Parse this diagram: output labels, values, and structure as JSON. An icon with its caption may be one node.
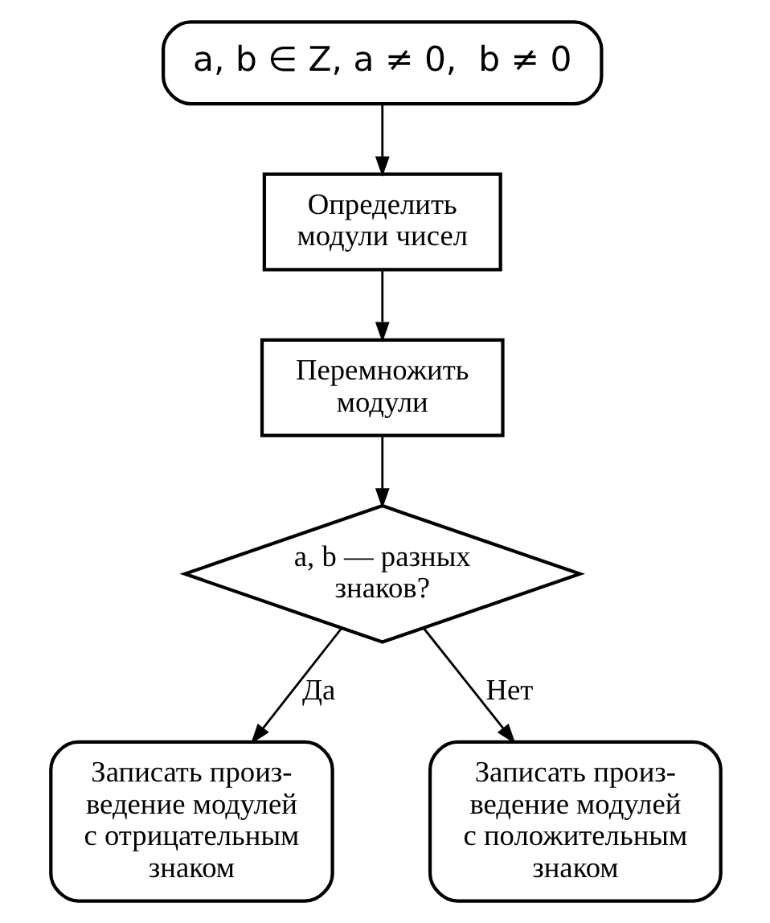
{
  "diagram": {
    "nodes": [
      {
        "text": [
          "a, b ∈ Z, a ≠ 0,  b ≠ 0"
        ]
      },
      {
        "text": [
          "Определить модули чисел"
        ]
      },
      {
        "text": [
          "Перемножить модули"
        ]
      },
      {
        "text": [
          "a, b — разных знаков?"
        ]
      },
      {
        "text": [
          "Записать произ- ведение модулей с отрицательным знаком"
        ]
      },
      {
        "text": [
          "Записать произ- ведение модулей с положительным знаком"
        ]
      }
    ],
    "edges": [
      {
        "from": 0,
        "to": 1,
        "arrow": "to"
      },
      {
        "from": 1,
        "to": 2,
        "arrow": "to"
      },
      {
        "from": 2,
        "to": 3,
        "arrow": "to"
      },
      {
        "from": 3,
        "to": 4,
        "arrow": "to",
        "label": "Да"
      },
      {
        "from": 3,
        "to": 5,
        "arrow": "to",
        "label": "Нет"
      }
    ]
  }
}
